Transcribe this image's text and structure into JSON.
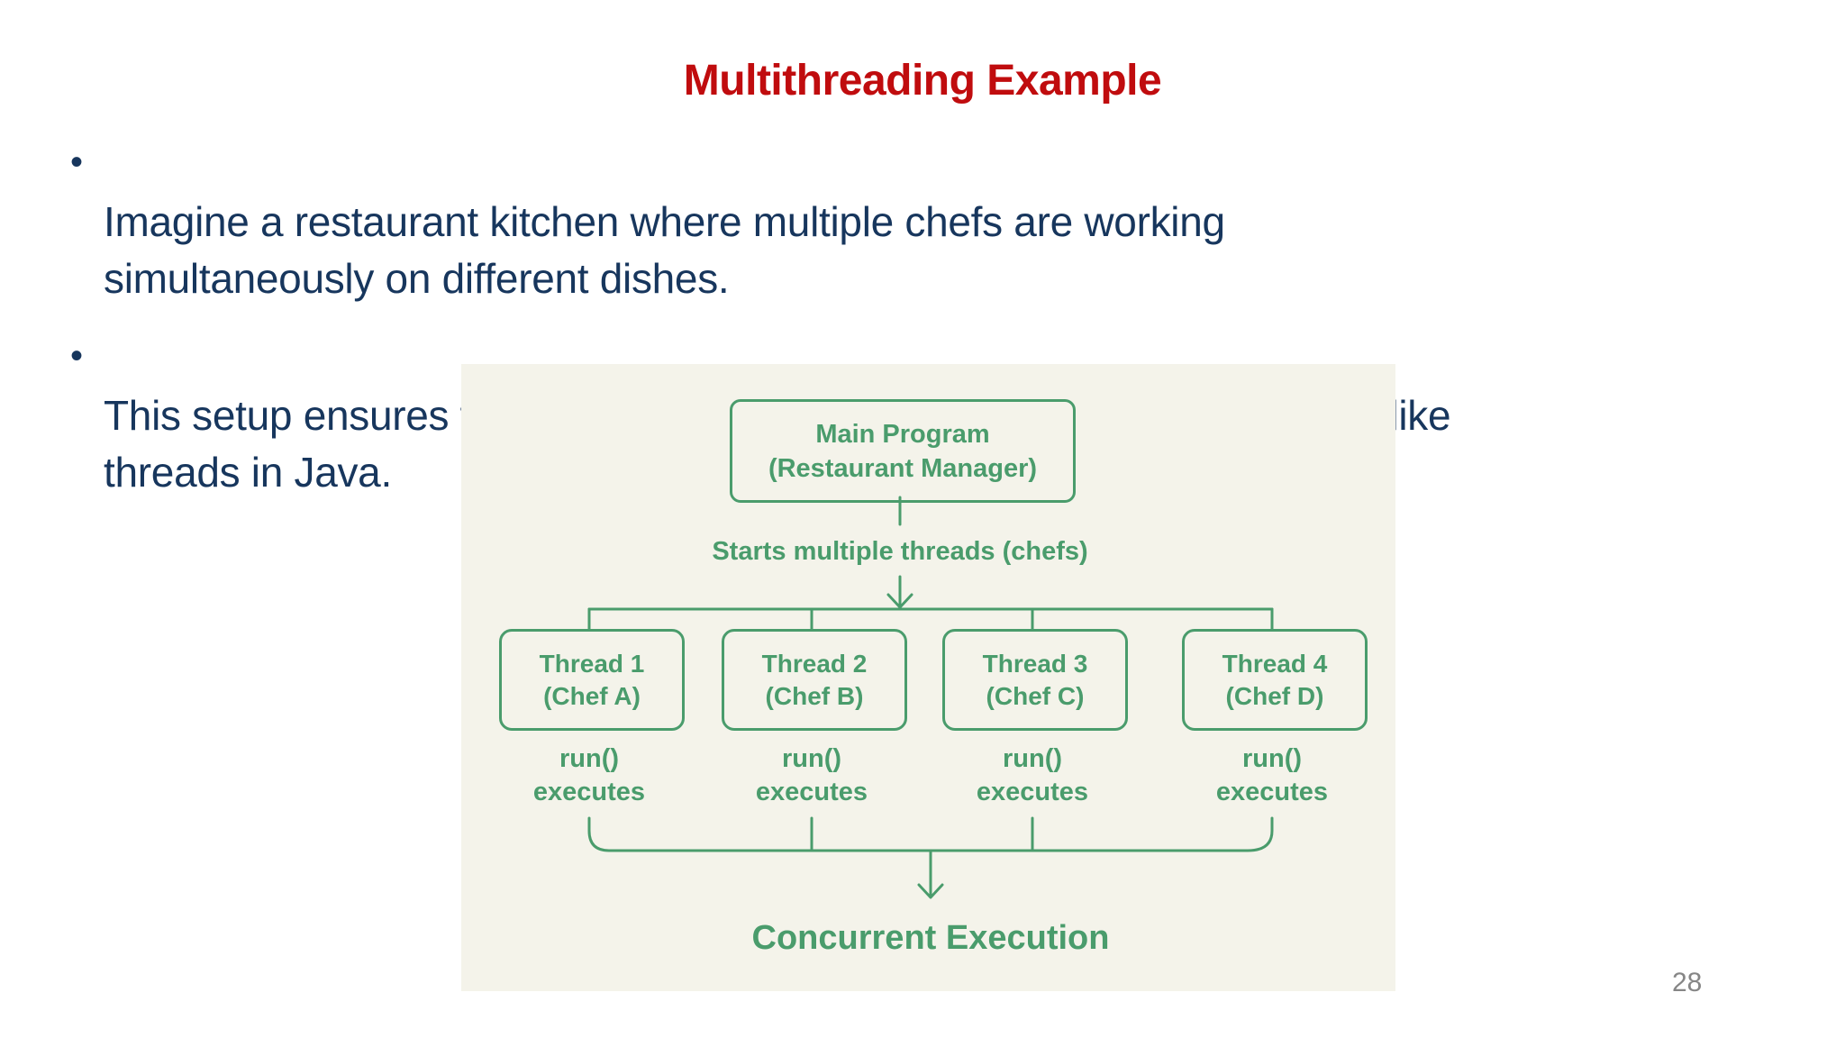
{
  "slide": {
    "title": "Multithreading Example",
    "bullet_marker": "•",
    "bullets": [
      {
        "text": "Imagine a restaurant kitchen where multiple chefs are working\nsimultaneously on different dishes."
      },
      {
        "text": "This setup ensures faster service and better CPU (chef) utilization, just like\nthreads in Java."
      }
    ],
    "page_number": "28"
  },
  "diagram": {
    "main_box": {
      "text": "Main Program\n(Restaurant Manager)"
    },
    "branch_label": "Starts multiple threads (chefs)",
    "threads": [
      {
        "text": "Thread 1\n(Chef A)",
        "action": "run()\nexecutes"
      },
      {
        "text": "Thread 2\n(Chef B)",
        "action": "run()\nexecutes"
      },
      {
        "text": "Thread 3\n(Chef C)",
        "action": "run()\nexecutes"
      },
      {
        "text": "Thread 4\n(Chef D)",
        "action": "run()\nexecutes"
      }
    ],
    "footer_label": "Concurrent Execution",
    "colors": {
      "title_red": "#c00c0e",
      "body_navy": "#17365d",
      "diagram_green": "#4a9c6c",
      "panel_background": "#f4f3ea",
      "page_number_gray": "#868686"
    }
  }
}
